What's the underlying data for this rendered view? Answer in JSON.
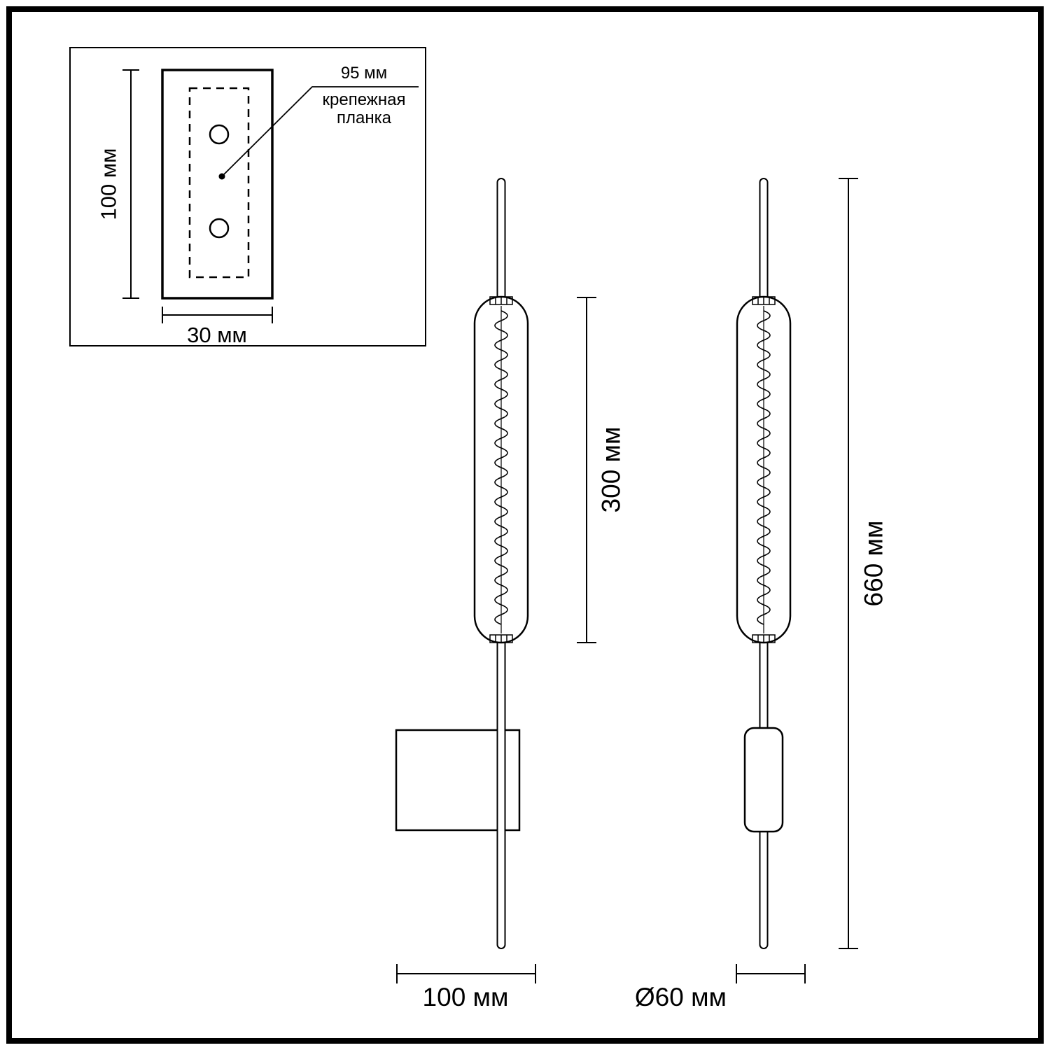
{
  "drawing": {
    "inset": {
      "height_label": "100 мм",
      "width_label": "30 мм",
      "pitch_label": "95 мм",
      "plate_label_line1": "крепежная",
      "plate_label_line2": "планка"
    },
    "side_view": {
      "shade_length_label": "300 мм",
      "depth_label": "100 мм"
    },
    "front_view": {
      "overall_height_label": "660 мм",
      "diameter_label": "Ø60 мм"
    },
    "colors": {
      "line": "#000000",
      "background": "#ffffff"
    }
  }
}
